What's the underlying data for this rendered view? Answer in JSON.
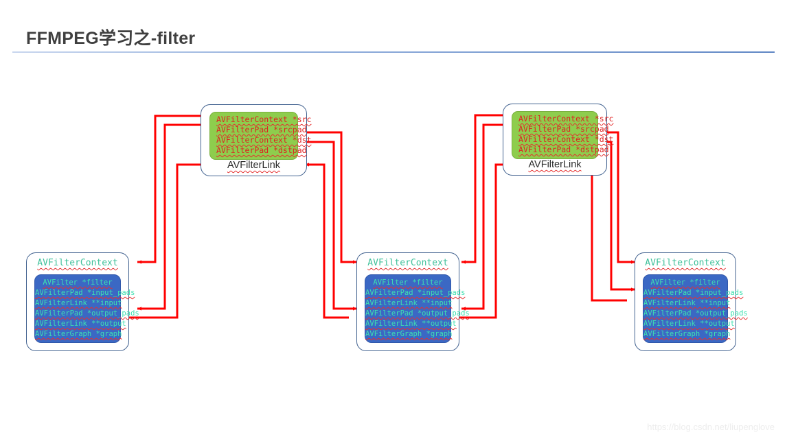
{
  "header": {
    "title": "FFMPEG学习之-filter",
    "rule_color": "#5f86c4"
  },
  "theme": {
    "link_fill": "#8ecd4d",
    "link_text": "#e02020",
    "context_fill": "#3b68c4",
    "context_text": "#3fe0b0",
    "context_title_text": "#3fc09a",
    "card_border": "#41618f",
    "arrow_color": "#ff0000",
    "page_background": "#ffffff"
  },
  "link_cards": [
    {
      "id": "avfilterlink-left",
      "label": "AVFilterLink",
      "fields": [
        "AVFilterContext *src",
        "AVFilterPad *srcpad",
        "AVFilterContext *dst",
        "AVFilterPad *dstpad"
      ]
    },
    {
      "id": "avfilterlink-right",
      "label": "AVFilterLink",
      "fields": [
        "AVFilterContext *src",
        "AVFilterPad *srcpad",
        "AVFilterContext *dst",
        "AVFilterPad *dstpad"
      ]
    }
  ],
  "context_cards": [
    {
      "id": "avfiltercontext-left",
      "title": "AVFilterContext",
      "fields": [
        "AVFilter *filter",
        "AVFilterPad *input_pads",
        "AVFilterLink **input",
        "AVFilterPad *output_pads",
        "AVFilterLink **output",
        "AVFilterGraph *graph"
      ]
    },
    {
      "id": "avfiltercontext-middle",
      "title": "AVFilterContext",
      "fields": [
        "AVFilter *filter",
        "AVFilterPad *input_pads",
        "AVFilterLink **input",
        "AVFilterPad *output_pads",
        "AVFilterLink **output",
        "AVFilterGraph *graph"
      ]
    },
    {
      "id": "avfiltercontext-right",
      "title": "AVFilterContext",
      "fields": [
        "AVFilter *filter",
        "AVFilterPad *input_pads",
        "AVFilterLink **input",
        "AVFilterPad *output_pads",
        "AVFilterLink **output",
        "AVFilterGraph *graph"
      ]
    }
  ],
  "connections": [
    {
      "name": "link-left-src-to-context-left",
      "from": "avfilterlink-left",
      "to": "avfiltercontext-left"
    },
    {
      "name": "link-left-srcpad-to-context-left",
      "from": "avfilterlink-left",
      "to": "avfiltercontext-left"
    },
    {
      "name": "context-left-output-to-link-left",
      "from": "avfiltercontext-left",
      "to": "avfilterlink-left"
    },
    {
      "name": "link-left-dst-to-context-middle",
      "from": "avfilterlink-left",
      "to": "avfiltercontext-middle"
    },
    {
      "name": "link-left-dstpad-to-context-middle",
      "from": "avfilterlink-left",
      "to": "avfiltercontext-middle"
    },
    {
      "name": "context-middle-input-to-link-left",
      "from": "avfiltercontext-middle",
      "to": "avfilterlink-left"
    },
    {
      "name": "link-right-src-to-context-middle",
      "from": "avfilterlink-right",
      "to": "avfiltercontext-middle"
    },
    {
      "name": "link-right-srcpad-to-context-middle",
      "from": "avfilterlink-right",
      "to": "avfiltercontext-middle"
    },
    {
      "name": "context-middle-output-to-link-right",
      "from": "avfiltercontext-middle",
      "to": "avfilterlink-right"
    },
    {
      "name": "link-right-dst-to-context-right",
      "from": "avfilterlink-right",
      "to": "avfiltercontext-right"
    },
    {
      "name": "link-right-dstpad-to-context-right",
      "from": "avfilterlink-right",
      "to": "avfiltercontext-right"
    },
    {
      "name": "context-right-input-to-link-right",
      "from": "avfiltercontext-right",
      "to": "avfilterlink-right"
    }
  ],
  "watermark": {
    "text": "https://blog.csdn.net/liupenglove"
  }
}
